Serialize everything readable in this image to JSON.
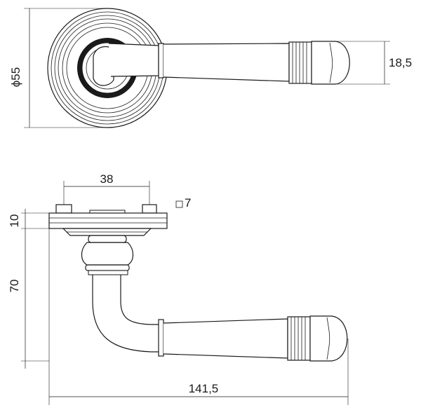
{
  "drawing": {
    "dimensions": {
      "rose_diameter": "ϕ55",
      "lever_diameter": "18,5",
      "fixing_centres": "38",
      "spindle_square": "7",
      "rose_height": "10",
      "projection": "70",
      "lever_length": "141,5"
    },
    "colors": {
      "line": "#1a1a1a",
      "background": "#ffffff"
    }
  }
}
